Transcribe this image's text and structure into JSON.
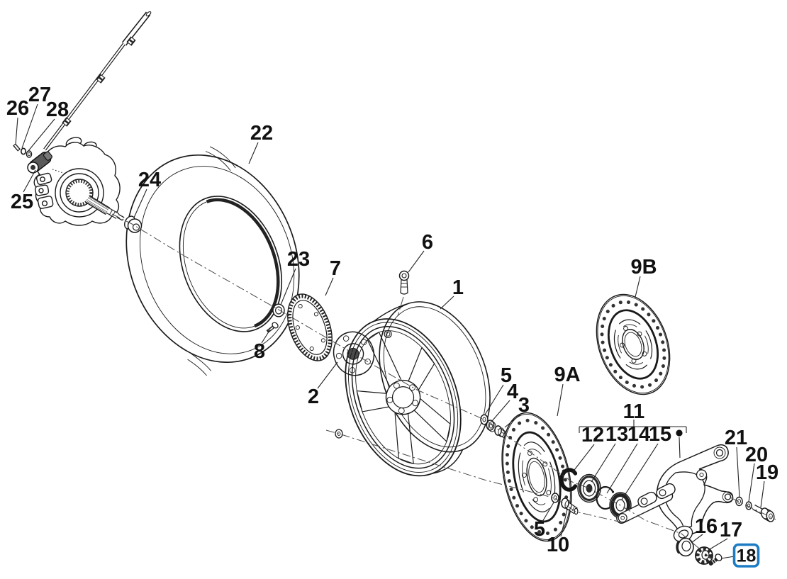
{
  "highlight": {
    "part": "18",
    "color": "#1d7cc4"
  },
  "colors": {
    "line": "#1a1a1a",
    "background": "#ffffff"
  },
  "parts": {
    "p1": "1",
    "p2": "2",
    "p3": "3",
    "p4": "4",
    "p5": "5",
    "p6": "6",
    "p7": "7",
    "p8": "8",
    "p9a": "9A",
    "p9b": "9B",
    "p10": "10",
    "p11": "11",
    "p12": "12",
    "p13": "13",
    "p14": "14",
    "p15": "15",
    "p16": "16",
    "p17": "17",
    "p18": "18",
    "p19": "19",
    "p20": "20",
    "p21": "21",
    "p22": "22",
    "p23": "23",
    "p24": "24",
    "p25": "25",
    "p26": "26",
    "p27": "27",
    "p28": "28"
  }
}
